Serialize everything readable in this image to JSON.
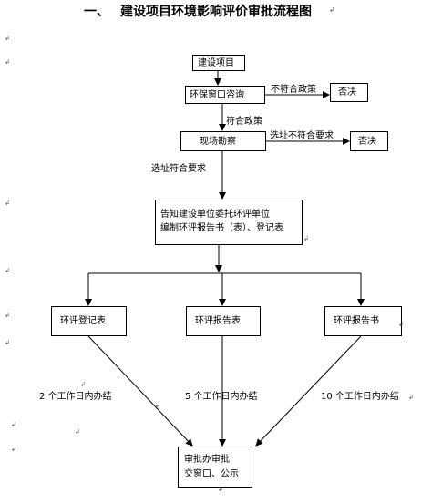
{
  "title": {
    "number": "一、",
    "text": "建设项目环境影响评价审批流程图"
  },
  "nodes": {
    "project": "建设项目",
    "window": "环保窗口咨询",
    "reject1": "否决",
    "survey": "现场勘察",
    "reject2": "否决",
    "notify_line1": "告知建设单位委托环评单位",
    "notify_line2": "编制环评报告书（表）、登记表",
    "registration": "环评登记表",
    "report_form": "环评报告表",
    "report_book": "环评报告书",
    "approve_line1": "审批办审批",
    "approve_line2": "交窗口、公示"
  },
  "edges": {
    "policy_no": "不符合政策",
    "policy_yes": "符合政策",
    "site_no": "选址不符合要求",
    "site_yes": "选址符合要求",
    "days_2": "2 个工作日内办结",
    "days_5": "5 个工作日内办结",
    "days_10": "10 个工作日内办结"
  },
  "paragraph_mark": "↲"
}
